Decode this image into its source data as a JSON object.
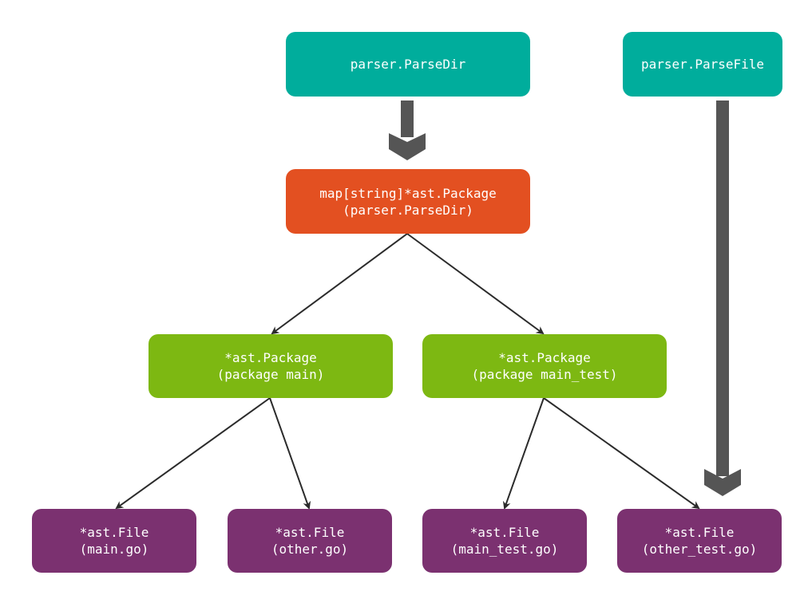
{
  "diagram": {
    "colors": {
      "parser_func": "#00ad9c",
      "package_map": "#e35021",
      "package": "#7db812",
      "file": "#7b3170",
      "thin_arrow": "#2b2b2b",
      "thick_arrow": "#555555"
    },
    "nodes": {
      "parse_dir": {
        "lines": [
          "parser.ParseDir"
        ]
      },
      "parse_file": {
        "lines": [
          "parser.ParseFile"
        ]
      },
      "package_map": {
        "lines": [
          "map[string]*ast.Package",
          "(parser.ParseDir)"
        ]
      },
      "package_main": {
        "lines": [
          "*ast.Package",
          "(package main)"
        ]
      },
      "package_main_test": {
        "lines": [
          "*ast.Package",
          "(package main_test)"
        ]
      },
      "file_main": {
        "lines": [
          "*ast.File",
          "(main.go)"
        ]
      },
      "file_other": {
        "lines": [
          "*ast.File",
          "(other.go)"
        ]
      },
      "file_main_test": {
        "lines": [
          "*ast.File",
          "(main_test.go)"
        ]
      },
      "file_other_test": {
        "lines": [
          "*ast.File",
          "(other_test.go)"
        ]
      }
    },
    "edges": [
      {
        "from": "parse_dir",
        "to": "package_map",
        "style": "thick"
      },
      {
        "from": "parse_file",
        "to": "file_other_test",
        "style": "thick"
      },
      {
        "from": "package_map",
        "to": "package_main",
        "style": "thin"
      },
      {
        "from": "package_map",
        "to": "package_main_test",
        "style": "thin"
      },
      {
        "from": "package_main",
        "to": "file_main",
        "style": "thin"
      },
      {
        "from": "package_main",
        "to": "file_other",
        "style": "thin"
      },
      {
        "from": "package_main_test",
        "to": "file_main_test",
        "style": "thin"
      },
      {
        "from": "package_main_test",
        "to": "file_other_test",
        "style": "thin"
      }
    ]
  }
}
